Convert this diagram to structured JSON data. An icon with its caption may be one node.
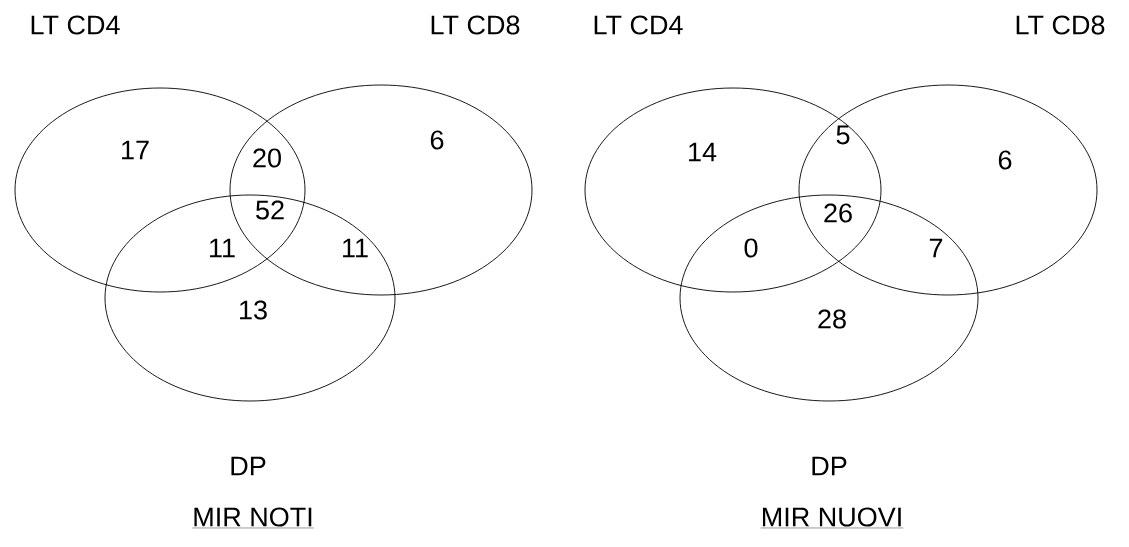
{
  "diagram": {
    "nodes": [
      {
        "text": [
          "LT CD4"
        ]
      },
      {
        "text": [
          "LT CD8"
        ]
      },
      {
        "text": [
          "DP"
        ]
      },
      {
        "text": [
          "LT CD4"
        ]
      },
      {
        "text": [
          "LT CD8"
        ]
      },
      {
        "text": [
          "DP"
        ]
      }
    ],
    "labels": [
      "17",
      "20",
      "6",
      "52",
      "11",
      "11",
      "13",
      "14",
      "5",
      "6",
      "26",
      "0",
      "7",
      "28",
      "MIR NOTI",
      "MIR NUOVI"
    ]
  }
}
